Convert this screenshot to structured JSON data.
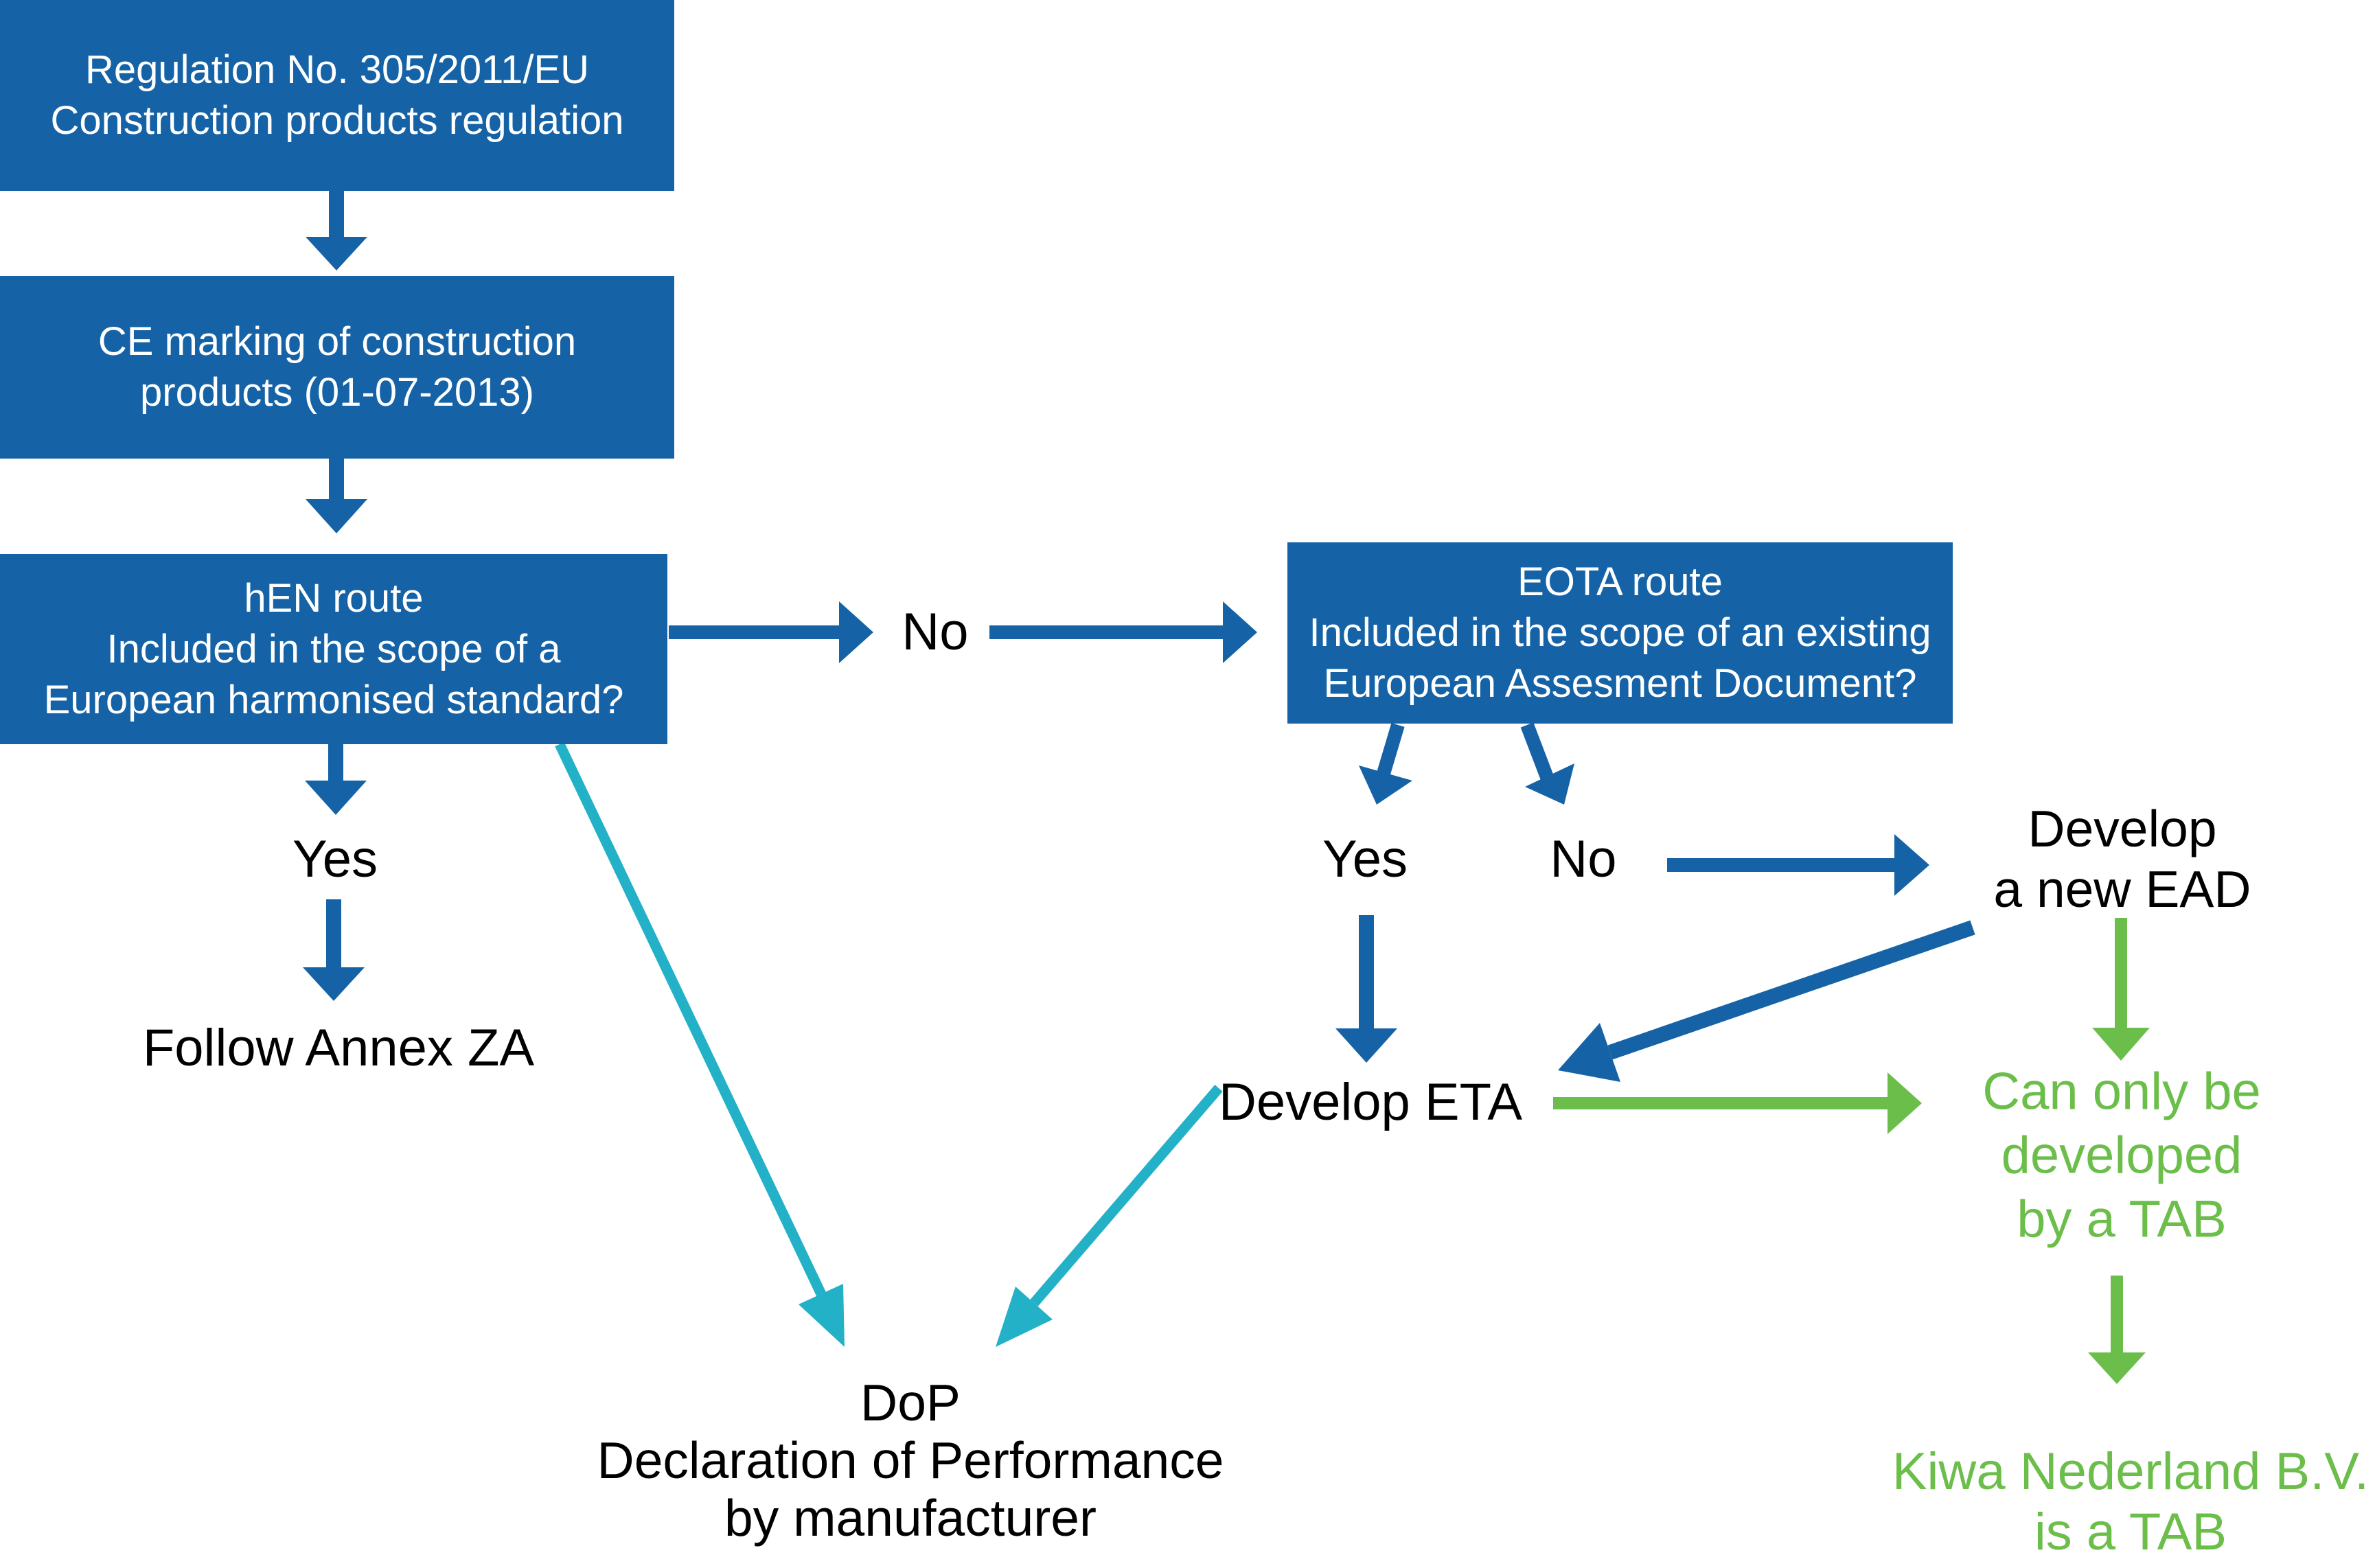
{
  "colors": {
    "box_blue": "#1563A6",
    "arrow_blue": "#1563A6",
    "teal": "#23B1C8",
    "green": "#6CBE4B",
    "text_black": "#000000",
    "text_white": "#FFFFFF",
    "background": "#FFFFFF"
  },
  "nodes": {
    "regulation": {
      "lines": [
        "Regulation No. 305/2011/EU",
        "Construction products regulation"
      ]
    },
    "ce_marking": {
      "lines": [
        "CE marking of construction",
        "products (01-07-2013)"
      ]
    },
    "hen_route": {
      "lines": [
        "hEN route",
        "Included in the scope of a",
        "European harmonised standard?"
      ]
    },
    "eota_route": {
      "lines": [
        "EOTA route",
        "Included in the scope of an existing",
        "European Assesment Document?"
      ]
    },
    "no_hen": "No",
    "yes_hen": "Yes",
    "follow_annex_za": "Follow Annex ZA",
    "yes_eota": "Yes",
    "no_eota": "No",
    "develop_ead": {
      "lines": [
        "Develop",
        "a new EAD"
      ]
    },
    "develop_eta": "Develop ETA",
    "can_only_tab": {
      "lines": [
        "Can only be",
        "developed",
        "by a TAB"
      ]
    },
    "dop": {
      "lines": [
        "DoP",
        "Declaration of Performance",
        "by manufacturer"
      ]
    },
    "kiwa": {
      "lines": [
        "Kiwa Nederland B.V.",
        "is a TAB"
      ]
    }
  }
}
